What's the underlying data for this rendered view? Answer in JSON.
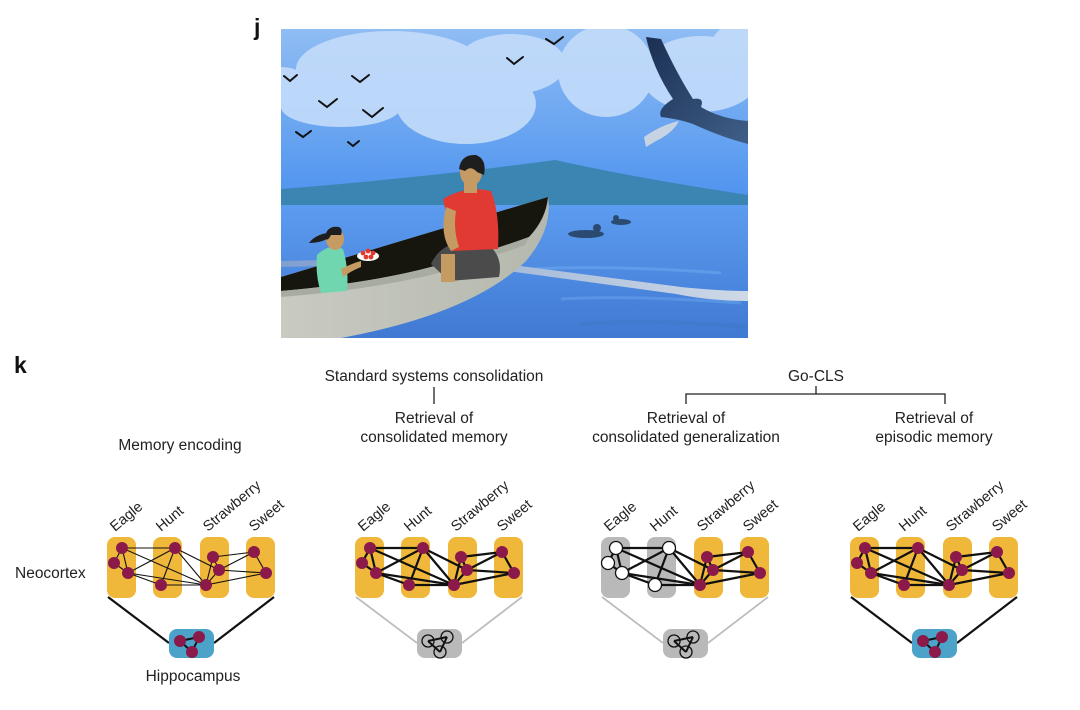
{
  "figure": {
    "panel_j_label": "j",
    "panel_k_label": "k"
  },
  "illustration": {
    "scene_elements": [
      "sky",
      "clouds",
      "flying-birds",
      "mountain",
      "lake",
      "ducks",
      "eagle",
      "fish",
      "rowboat",
      "oar",
      "father",
      "daughter",
      "strawberries"
    ]
  },
  "colors": {
    "neocortex_active": "#efb83a",
    "neocortex_inactive": "#b9b9b9",
    "hippocampus_active": "#4ba3c9",
    "hippocampus_inactive": "#b9b9b9",
    "node_fill": "#8b1a4a",
    "node_hollow": "#ffffff",
    "strong_link": "#111111",
    "weak_link": "#bdbdbd"
  },
  "diagram": {
    "region_labels": {
      "neocortex": "Neocortex",
      "hippocampus": "Hippocampus"
    },
    "group_headings": {
      "standard": "Standard systems consolidation",
      "gocls": "Go-CLS"
    },
    "panels": [
      {
        "title_line1": "",
        "title_line2": "Memory encoding",
        "words": [
          "Eagle",
          "Hunt",
          "Strawberry",
          "Sweet"
        ],
        "column_states": [
          "active",
          "active",
          "active",
          "active"
        ],
        "hippocampus_state": "active",
        "hippocampal_link": "strong",
        "cortical_links": "weak"
      },
      {
        "title_line1": "Retrieval of",
        "title_line2": "consolidated memory",
        "words": [
          "Eagle",
          "Hunt",
          "Strawberry",
          "Sweet"
        ],
        "column_states": [
          "active",
          "active",
          "active",
          "active"
        ],
        "hippocampus_state": "inactive",
        "hippocampal_link": "weak",
        "cortical_links": "strong"
      },
      {
        "title_line1": "Retrieval of",
        "title_line2": "consolidated generalization",
        "words": [
          "Eagle",
          "Hunt",
          "Strawberry",
          "Sweet"
        ],
        "column_states": [
          "inactive",
          "inactive",
          "active",
          "active"
        ],
        "hippocampus_state": "inactive",
        "hippocampal_link": "weak",
        "cortical_links": "strong"
      },
      {
        "title_line1": "Retrieval of",
        "title_line2": "episodic memory",
        "words": [
          "Eagle",
          "Hunt",
          "Strawberry",
          "Sweet"
        ],
        "column_states": [
          "active",
          "active",
          "active",
          "active"
        ],
        "hippocampus_state": "active",
        "hippocampal_link": "strong",
        "cortical_links": "strong"
      }
    ]
  }
}
